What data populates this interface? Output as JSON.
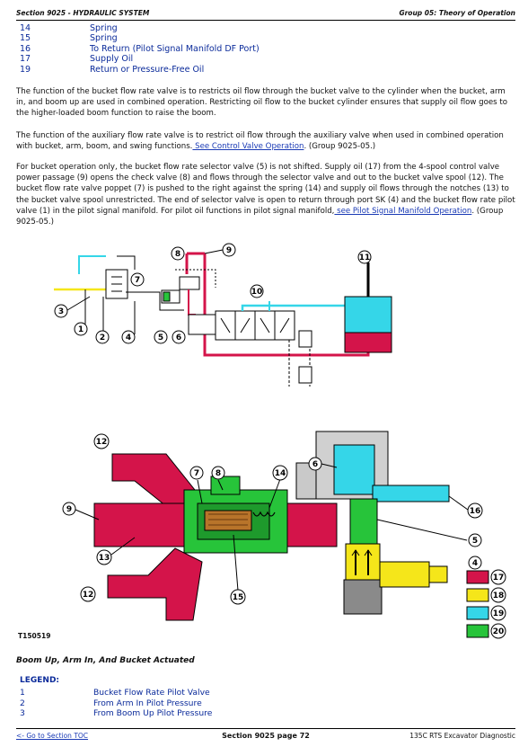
{
  "header": {
    "section": "Section 9025 - HYDRAULIC SYSTEM",
    "group": "Group 05: Theory of Operation"
  },
  "top_list": [
    {
      "num": "14",
      "label": "Spring"
    },
    {
      "num": "15",
      "label": "Spring"
    },
    {
      "num": "16",
      "label": "To Return (Pilot Signal Manifold DF Port)"
    },
    {
      "num": "17",
      "label": "Supply Oil"
    },
    {
      "num": "19",
      "label": "Return or Pressure-Free Oil"
    }
  ],
  "paragraphs": {
    "p1": "The function of the bucket flow rate valve is to restricts oil flow through the bucket valve to the cylinder when the bucket, arm in, and boom up are used in combined operation. Restricting oil flow to the bucket cylinder ensures that supply oil flow goes to the higher-loaded boom function to raise the boom.",
    "p2_text": "The function of the auxiliary flow rate valve is to restrict oil flow through the auxiliary valve when used in combined operation with bucket, arm, boom, and swing functions.",
    "p2_link": " See Control Valve Operation",
    "p2_tail": ". (Group 9025-05.)",
    "p3_text": "For bucket operation only, the bucket flow rate selector valve (5) is not shifted. Supply oil (17) from the 4-spool control valve power passage (9) opens the check valve (8) and flows through the selector valve and out to the bucket valve spool (12). The bucket flow rate valve poppet (7) is pushed to the right against the spring (14) and supply oil flows through the notches (13) to the bucket valve spool unrestricted. The end of selector valve is open to return through port SK (4) and the bucket flow rate pilot valve (1) in the pilot signal manifold. For pilot oil functions in pilot signal manifold,",
    "p3_link": " see Pilot Signal Manifold Operation",
    "p3_tail": ". (Group 9025-05.)"
  },
  "callouts": [
    "1",
    "2",
    "3",
    "4",
    "5",
    "6",
    "7",
    "8",
    "9",
    "10",
    "11",
    "12",
    "13",
    "14",
    "15",
    "16",
    "17",
    "18",
    "19",
    "20"
  ],
  "oil_colors": {
    "supply": "#d4144a",
    "yellow": "#f5e61a",
    "cyan": "#35d6e8",
    "green": "#27c43a"
  },
  "figure_id": "T150519",
  "caption": "Boom Up, Arm In, And Bucket Actuated",
  "legend_title": "LEGEND:",
  "legend": [
    {
      "num": "1",
      "label": "Bucket Flow Rate Pilot Valve"
    },
    {
      "num": "2",
      "label": "From Arm In Pilot Pressure"
    },
    {
      "num": "3",
      "label": "From Boom Up Pilot Pressure"
    }
  ],
  "footer": {
    "toc": "<- Go to Section TOC",
    "page": "Section 9025 page 72",
    "doc": "135C RTS Excavator Diagnostic"
  }
}
